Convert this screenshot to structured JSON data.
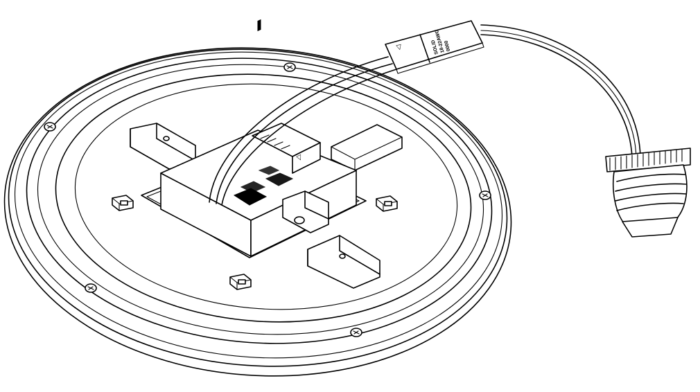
{
  "figure": {
    "connector_label_lines": [
      "SOLID",
      "18-22AWG",
      "0000"
    ],
    "connector_small_mark": "▽",
    "driver_small_mark": "▽"
  }
}
